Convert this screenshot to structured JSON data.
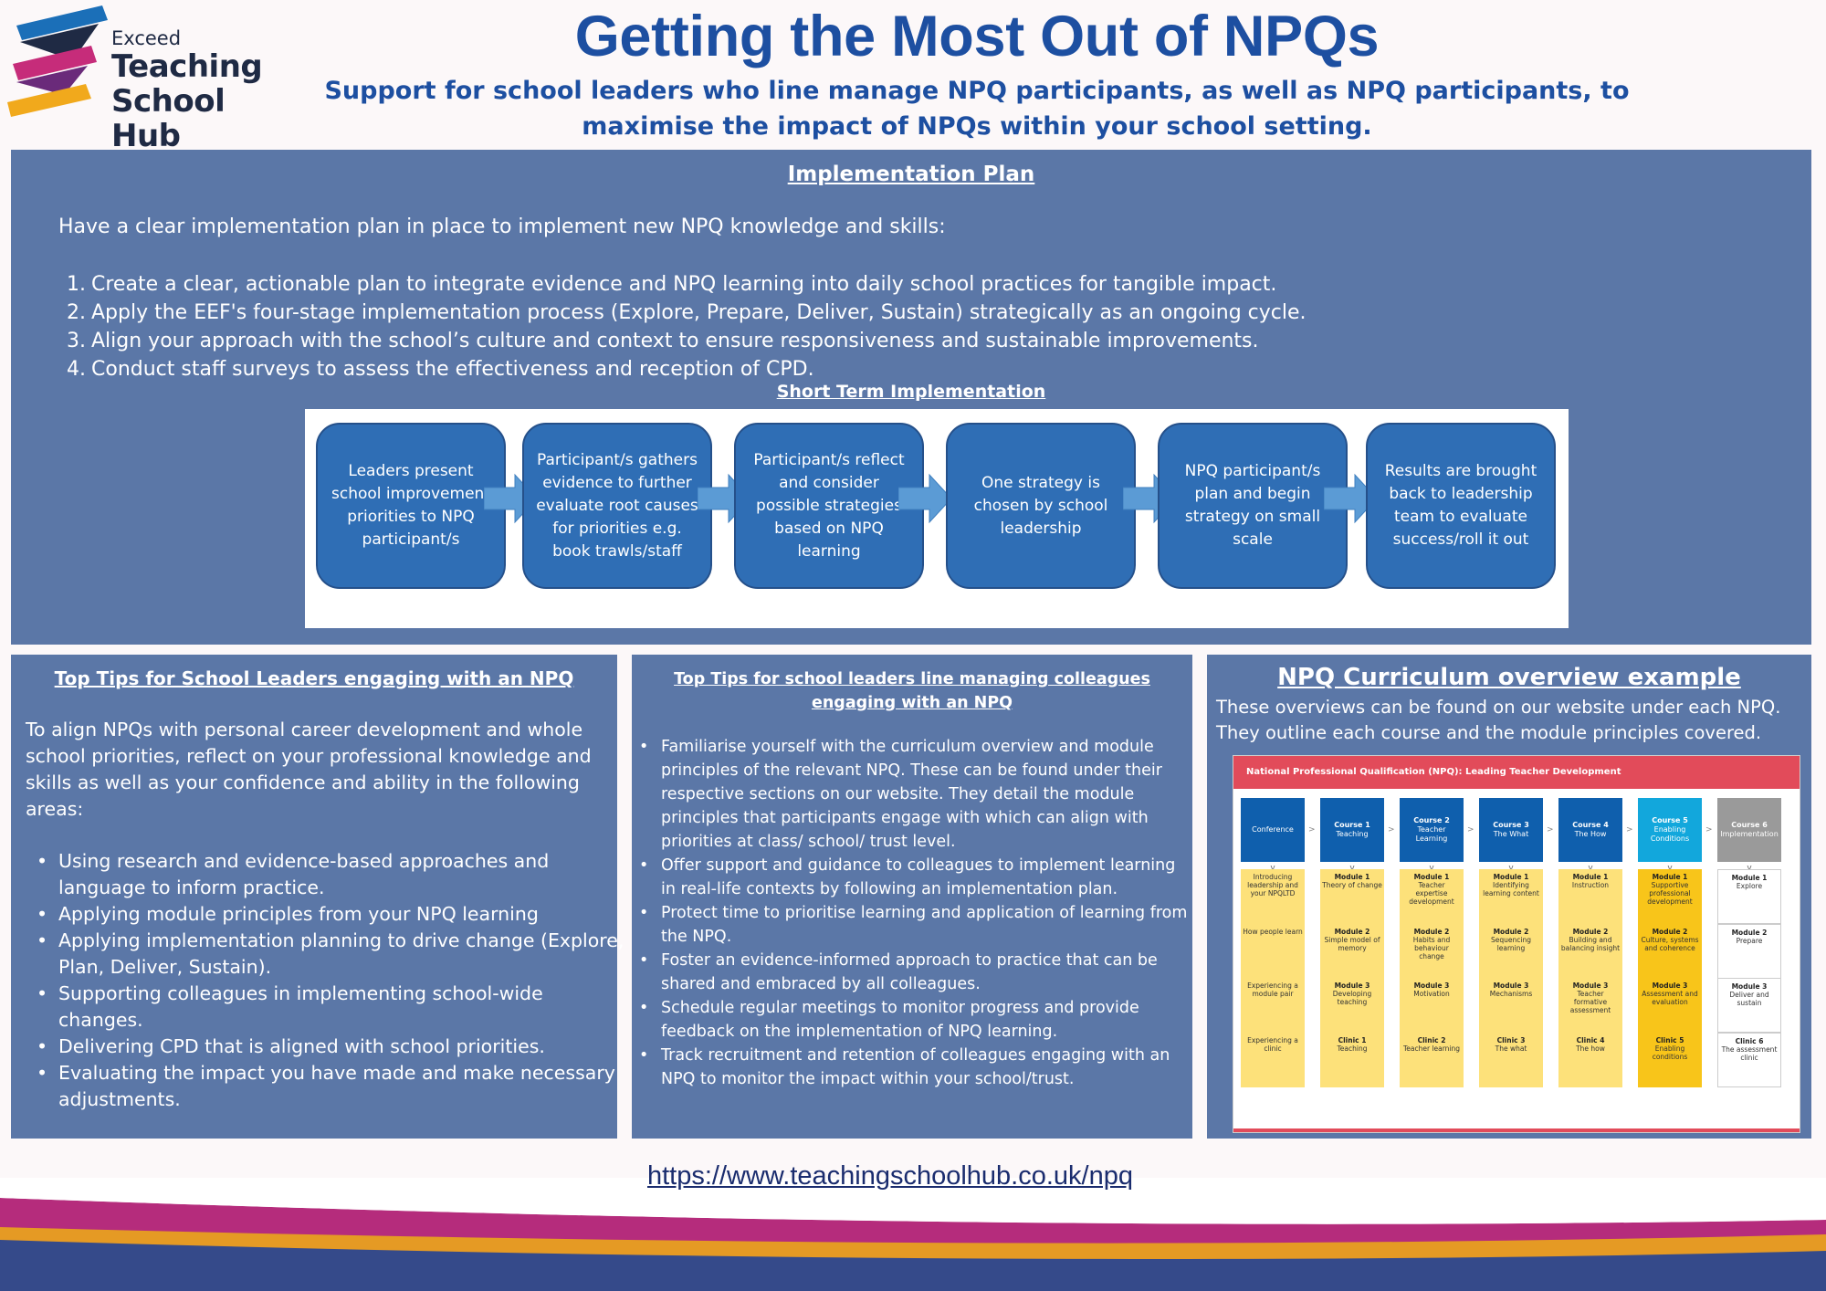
{
  "header": {
    "logo_small": "Exceed",
    "logo_line1": "Teaching",
    "logo_line2": "School Hub",
    "title": "Getting the Most Out of NPQs",
    "subtitle": "Support for school leaders who line manage NPQ participants, as well as NPQ participants, to maximise the impact of NPQs within your school setting."
  },
  "implementation": {
    "title": " Implementation Plan",
    "intro": "Have a clear implementation plan in place to implement new NPQ knowledge and skills:",
    "items": [
      {
        "num": "1.",
        "text": "Create a clear, actionable plan to integrate evidence and NPQ learning into daily school practices for tangible impact."
      },
      {
        "num": "2.",
        "text": "Apply the EEF's four-stage implementation process (Explore, Prepare, Deliver, Sustain) strategically as an ongoing cycle."
      },
      {
        "num": "3.",
        "text": "Align your approach with the school’s culture and context to ensure responsiveness and sustainable improvements."
      },
      {
        "num": "4.",
        "text": "Conduct staff surveys to assess the effectiveness and reception of CPD."
      }
    ],
    "short_term_title": "Short Term Implementation",
    "steps": [
      "Leaders present school improvement priorities to NPQ participant/s",
      "Participant/s gathers evidence to further evaluate root causes for priorities e.g. book trawls/staff",
      "Participant/s reflect and consider possible strategies based on NPQ learning",
      "One strategy is chosen by school leadership",
      "NPQ participant/s plan and begin strategy on small scale",
      "Results are brought back to leadership team to evaluate success/roll it out"
    ]
  },
  "tips_leaders": {
    "title": "Top Tips for School Leaders engaging with an NPQ",
    "intro": "To align NPQs with personal career development and whole school priorities, reflect on your professional knowledge and skills as well as your confidence and ability in the following areas:",
    "items": [
      "Using research and evidence-based approaches and language to inform practice.",
      "Applying module principles from your NPQ learning",
      "Applying implementation planning to drive change (Explore, Plan, Deliver, Sustain).",
      "Supporting colleagues in implementing school-wide changes.",
      "Delivering CPD that is aligned with school priorities.",
      "Evaluating the impact you have made and make necessary adjustments."
    ]
  },
  "tips_line_managers": {
    "title": "Top Tips for school leaders line managing colleagues engaging with an NPQ",
    "items": [
      "Familiarise yourself with the curriculum overview and module principles of the relevant NPQ. These can be found under their respective sections on our website. They detail the module principles that participants engage with which can align with priorities at class/ school/ trust level.",
      "Offer support and guidance to colleagues to implement learning in real-life contexts by following an implementation plan.",
      "Protect time to prioritise learning and application of learning from the NPQ.",
      "Foster an evidence-informed approach to practice that can be shared and embraced by all colleagues.",
      "Schedule regular meetings to monitor progress and provide feedback on the implementation of NPQ learning.",
      "Track recruitment and retention of colleagues engaging with an NPQ to monitor the impact within your school/trust."
    ]
  },
  "curriculum": {
    "title": "NPQ Curriculum overview example",
    "desc": "These overviews can be found on our website under each NPQ. They outline each course and the module principles covered.",
    "diagram_title": "National Professional Qualification (NPQ): Leading Teacher Development",
    "columns": [
      {
        "head": "",
        "sub": "Conference",
        "cells": [
          [
            "",
            "Introducing leadership and your NPQLTD"
          ],
          [
            "",
            "How people learn"
          ],
          [
            "",
            "Experiencing a module pair"
          ],
          [
            "",
            "Experiencing a clinic"
          ]
        ]
      },
      {
        "head": "Course 1",
        "sub": "Teaching",
        "cells": [
          [
            "Module 1",
            "Theory of change"
          ],
          [
            "Module 2",
            "Simple model of memory"
          ],
          [
            "Module 3",
            "Developing teaching"
          ],
          [
            "Clinic 1",
            "Teaching"
          ]
        ]
      },
      {
        "head": "Course 2",
        "sub": "Teacher Learning",
        "cells": [
          [
            "Module 1",
            "Teacher expertise development"
          ],
          [
            "Module 2",
            "Habits and behaviour change"
          ],
          [
            "Module 3",
            "Motivation"
          ],
          [
            "Clinic 2",
            "Teacher learning"
          ]
        ]
      },
      {
        "head": "Course 3",
        "sub": "The What",
        "cells": [
          [
            "Module 1",
            "Identifying learning content"
          ],
          [
            "Module 2",
            "Sequencing learning"
          ],
          [
            "Module 3",
            "Mechanisms"
          ],
          [
            "Clinic 3",
            "The what"
          ]
        ]
      },
      {
        "head": "Course 4",
        "sub": "The How",
        "cells": [
          [
            "Module 1",
            "Instruction"
          ],
          [
            "Module 2",
            "Building and balancing insight"
          ],
          [
            "Module 3",
            "Teacher formative assessment"
          ],
          [
            "Clinic 4",
            "The how"
          ]
        ]
      },
      {
        "head": "Course 5",
        "sub": "Enabling Conditions",
        "cells": [
          [
            "Module 1",
            "Supportive professional development"
          ],
          [
            "Module 2",
            "Culture, systems and coherence"
          ],
          [
            "Module 3",
            "Assessment and evaluation"
          ],
          [
            "Clinic 5",
            "Enabling conditions"
          ]
        ]
      },
      {
        "head": "Course 6",
        "sub": "Implementation",
        "cells": [
          [
            "Module 1",
            "Explore"
          ],
          [
            "Module 2",
            "Prepare"
          ],
          [
            "Module 3",
            "Deliver and sustain"
          ],
          [
            "Clinic 6",
            "The assessment clinic"
          ]
        ]
      }
    ],
    "column_colors": [
      "#0f5fad",
      "#0f5fad",
      "#0f5fad",
      "#0f5fad",
      "#0f5fad",
      "#12a7dc",
      "#9a9a9a"
    ],
    "cell_colors": [
      "#fde17a",
      "#fde17a",
      "#fde17a",
      "#fde17a",
      "#fde17a",
      "#f8c51a",
      "#ffffff"
    ]
  },
  "footer": {
    "url": "https://www.teachingschoolhub.co.uk/npq"
  }
}
